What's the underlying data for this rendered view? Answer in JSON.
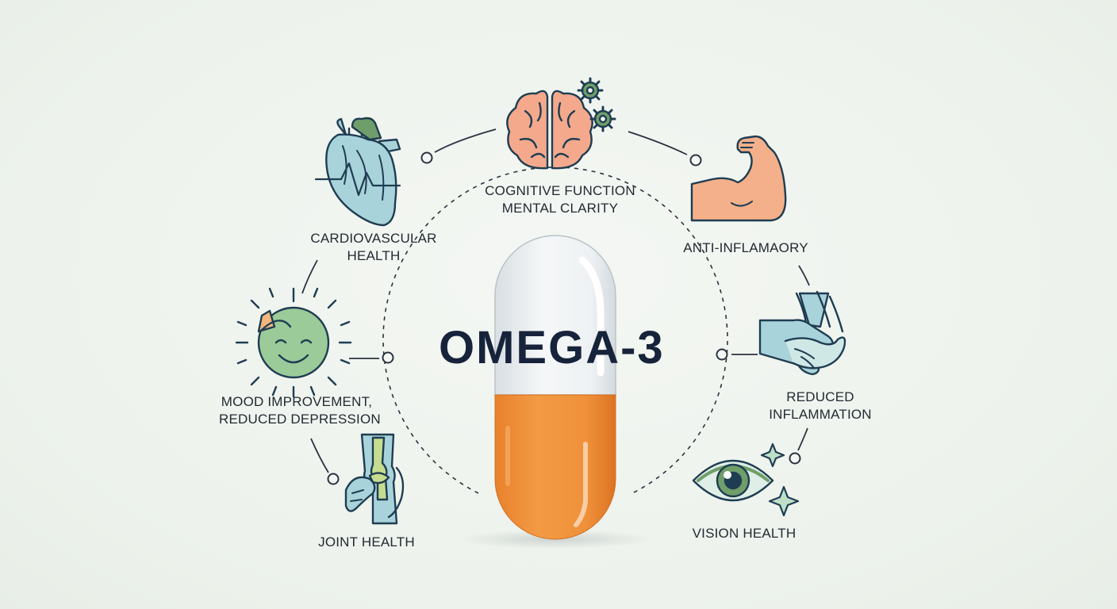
{
  "title": "OMEGA-3",
  "benefits": {
    "cognitive": {
      "line1": "COGNITIVE FUNCTION",
      "line2": "MENTAL CLARITY",
      "icon": "brain-gears-icon"
    },
    "cardio": {
      "line1": "CARDIOVASCULAR",
      "line2": "HEALTH",
      "icon": "heart-icon"
    },
    "anti_inflammatory": {
      "line1": "ANTI-INFLAMAORY",
      "icon": "flexed-arm-icon"
    },
    "mood": {
      "line1": "MOOD IMPROVEMENT,",
      "line2": "REDUCED DEPRESSION",
      "icon": "smiling-sun-icon"
    },
    "reduced_inflammation": {
      "line1": "REDUCED",
      "line2": "INFLAMMATION",
      "icon": "holding-hands-icon"
    },
    "joint": {
      "line1": "JOINT HEALTH",
      "icon": "knee-joint-icon"
    },
    "vision": {
      "line1": "VISION HEALTH",
      "icon": "eye-icon"
    }
  },
  "colors": {
    "capsule_fill": "#f0913a",
    "capsule_clear": "#eef1f2",
    "accent_green": "#6f9e6a",
    "accent_blue": "#a9d3da",
    "accent_orange": "#f4b08a",
    "outline": "#1f3d52"
  }
}
